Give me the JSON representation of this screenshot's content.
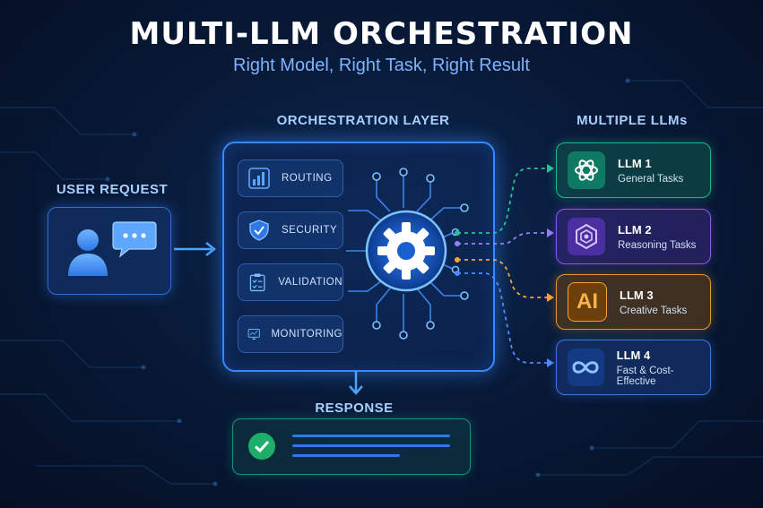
{
  "header": {
    "title": "MULTI-LLM ORCHESTRATION",
    "subtitle": "Right Model, Right Task, Right Result"
  },
  "user_request": {
    "label": "USER REQUEST",
    "icons": [
      "user-icon",
      "chat-bubble-icon"
    ]
  },
  "orchestration": {
    "label": "ORCHESTRATION LAYER",
    "functions": [
      {
        "label": "ROUTING",
        "icon": "bar-chart-icon"
      },
      {
        "label": "SECURITY",
        "icon": "shield-icon"
      },
      {
        "label": "VALIDATION",
        "icon": "clipboard-check-icon"
      },
      {
        "label": "MONITORING",
        "icon": "monitor-chart-icon"
      }
    ],
    "hub_icon": "gear-icon"
  },
  "llms": {
    "label": "MULTIPLE LLMs",
    "items": [
      {
        "name": "LLM 1",
        "desc": "General Tasks",
        "icon": "knot-icon",
        "color": "#1fb88d"
      },
      {
        "name": "LLM 2",
        "desc": "Reasoning Tasks",
        "icon": "hexagon-icon",
        "color": "#8a5ce6"
      },
      {
        "name": "LLM 3",
        "desc": "Creative Tasks",
        "icon": "ai-text-icon",
        "icon_text": "AI",
        "color": "#e09a2a"
      },
      {
        "name": "LLM 4",
        "desc": "Fast & Cost-Effective",
        "icon": "infinity-icon",
        "color": "#3a78e0"
      }
    ]
  },
  "response": {
    "label": "RESPONSE",
    "icon": "check-circle-icon"
  },
  "colors": {
    "accent": "#3a86ff",
    "green": "#1fb88d",
    "purple": "#8a5ce6",
    "orange": "#e09a2a",
    "blue": "#3a78e0"
  }
}
